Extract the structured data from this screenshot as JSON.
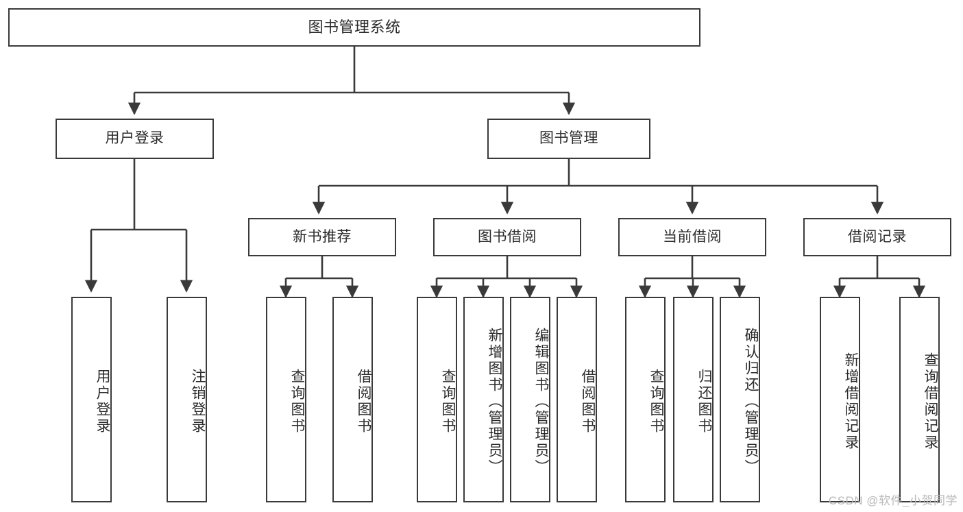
{
  "diagram": {
    "title": "图书管理系统",
    "type": "tree-hierarchy-chart",
    "root": {
      "label": "图书管理系统"
    },
    "level2": [
      {
        "label": "用户登录"
      },
      {
        "label": "图书管理"
      }
    ],
    "level3": [
      {
        "label": "新书推荐"
      },
      {
        "label": "图书借阅"
      },
      {
        "label": "当前借阅"
      },
      {
        "label": "借阅记录"
      }
    ],
    "leaves": {
      "user_login": [
        {
          "label": "用户登录"
        },
        {
          "label": "注销登录"
        }
      ],
      "new_book_recommend": [
        {
          "label": "查询图书"
        },
        {
          "label": "借阅图书"
        }
      ],
      "book_borrow": [
        {
          "label": "查询图书"
        },
        {
          "label": "新增图书（管理员）"
        },
        {
          "label": "编辑图书（管理员）"
        },
        {
          "label": "借阅图书"
        }
      ],
      "current_borrow": [
        {
          "label": "查询图书"
        },
        {
          "label": "归还图书"
        },
        {
          "label": "确认归还（管理员）"
        }
      ],
      "borrow_record": [
        {
          "label": "新增借阅记录"
        },
        {
          "label": "查询借阅记录"
        }
      ]
    }
  },
  "watermark": {
    "text": "CSDN @软件_小贺同学"
  },
  "colors": {
    "border": "#3a3a3a",
    "text": "#2b2b2b",
    "background": "#ffffff",
    "watermark": "#b9b9b9"
  }
}
